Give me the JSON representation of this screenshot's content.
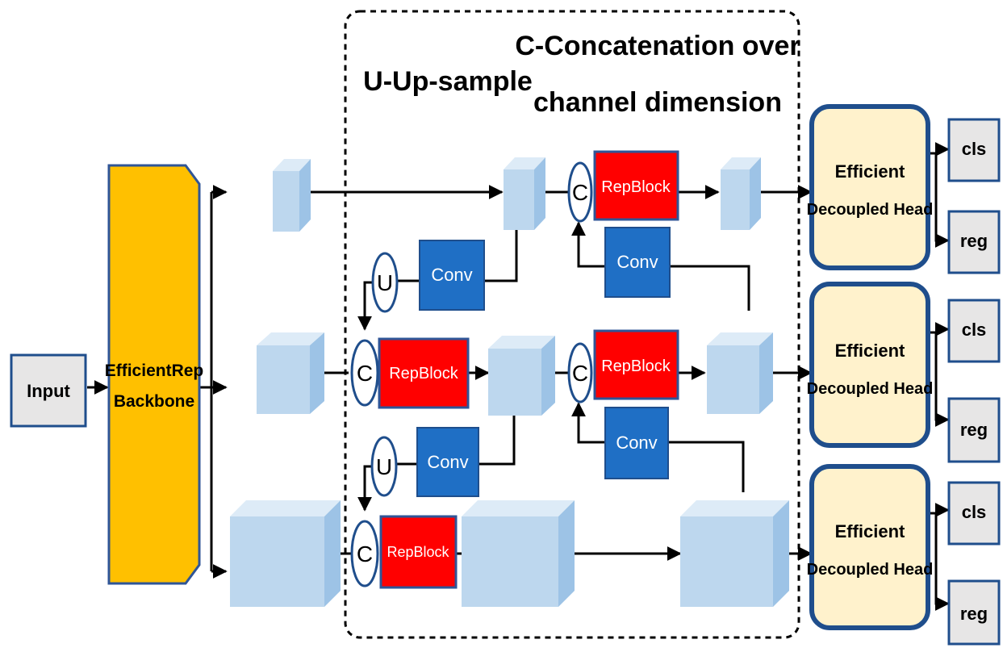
{
  "input_label": "Input",
  "backbone": {
    "line1": "EfficientRep",
    "line2": "Backbone"
  },
  "annotations": {
    "upsample": "U-Up-sample",
    "concat_line1": "C-Concatenation over",
    "concat_line2": "channel dimension"
  },
  "block_labels": {
    "conv": "Conv",
    "repblock": "RepBlock",
    "concat": "C",
    "upsample": "U"
  },
  "heads": [
    {
      "line1": "Efficient",
      "line2": "Decoupled Head",
      "out1": "cls",
      "out2": "reg"
    },
    {
      "line1": "Efficient",
      "line2": "Decoupled Head",
      "out1": "cls",
      "out2": "reg"
    },
    {
      "line1": "Efficient",
      "line2": "Decoupled Head",
      "out1": "cls",
      "out2": "reg"
    }
  ],
  "colors": {
    "backbone_fill": "#FFC000",
    "backbone_stroke": "#2F5597",
    "repblock_fill": "#FF0000",
    "conv_fill": "#1F6FC5",
    "head_fill": "#FFF2CC",
    "head_stroke": "#1F4E8C",
    "feature_front": "#BDD7EE",
    "feature_top": "#DDEBF7",
    "feature_side": "#9DC3E6",
    "io_fill": "#E7E6E6"
  }
}
